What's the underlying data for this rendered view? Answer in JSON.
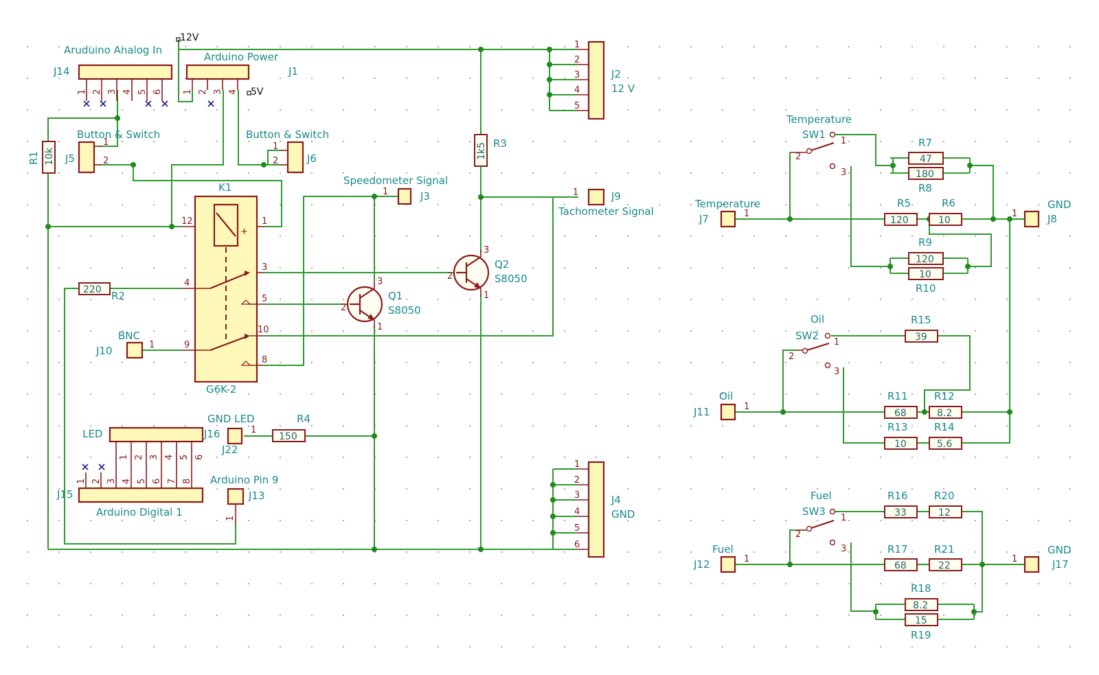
{
  "power": {
    "v12": "12V",
    "v5": "5V"
  },
  "left": {
    "j14": {
      "ref": "J14",
      "title": "Aruduino Analog In",
      "pins": [
        "1",
        "2",
        "3",
        "4",
        "5",
        "6"
      ]
    },
    "j1": {
      "ref": "J1",
      "title": "Arduino Power",
      "pins": [
        "1",
        "2",
        "3",
        "4"
      ]
    },
    "j2": {
      "ref": "J2",
      "value": "12 V",
      "pins": [
        "1",
        "2",
        "3",
        "4",
        "5"
      ]
    },
    "r1": {
      "ref": "R1",
      "value": "10k"
    },
    "j5": {
      "ref": "J5",
      "title": "Button & Switch",
      "pins": [
        "1",
        "2"
      ]
    },
    "j6": {
      "ref": "J6",
      "title": "Button & Switch",
      "pins": [
        "1",
        "2"
      ]
    },
    "r3": {
      "ref": "R3",
      "value": "1k5"
    },
    "j3": {
      "ref": "J3",
      "title": "Speedometer Signal",
      "pin": "1"
    },
    "j9": {
      "ref": "J9",
      "title": "Tachometer Signal",
      "pin": "1"
    },
    "k1": {
      "ref": "K1",
      "value": "G6K-2",
      "pins": [
        "12",
        "1",
        "3",
        "4",
        "5",
        "9",
        "10",
        "8"
      ],
      "plus": "+"
    },
    "r2": {
      "ref": "R2",
      "value": "220"
    },
    "j10": {
      "ref": "J10",
      "title": "BNC",
      "pin": "1"
    },
    "q1": {
      "ref": "Q1",
      "value": "S8050",
      "pins": [
        "3",
        "2",
        "1"
      ]
    },
    "q2": {
      "ref": "Q2",
      "value": "S8050",
      "pins": [
        "3",
        "2",
        "1"
      ]
    },
    "j16": {
      "ref": "J16",
      "title": "LED"
    },
    "j15": {
      "ref": "J15",
      "title": "Arduino Digital 1",
      "pins": [
        "1",
        "2",
        "3",
        "4",
        "5",
        "6",
        "7",
        "8"
      ],
      "pins_top": [
        "1",
        "2",
        "3",
        "4",
        "5",
        "6"
      ]
    },
    "j22": {
      "ref": "J22",
      "title": "GND LED",
      "pin": "1"
    },
    "r4": {
      "ref": "R4",
      "value": "150"
    },
    "j13": {
      "ref": "J13",
      "title": "Arduino Pin 9",
      "pin": "1"
    },
    "j4": {
      "ref": "J4",
      "value": "GND",
      "pins": [
        "1",
        "2",
        "3",
        "4",
        "5",
        "6"
      ]
    }
  },
  "right": {
    "temp": {
      "sw_title": "Temperature",
      "sw_ref": "SW1",
      "sw_pins": [
        "1",
        "2",
        "3"
      ],
      "j7": {
        "ref": "J7",
        "title": "Temperature",
        "pin": "1"
      },
      "j8": {
        "ref": "J8",
        "title": "GND",
        "pin": "1"
      },
      "r7": {
        "ref": "R7",
        "value": "47"
      },
      "r8": {
        "ref": "R8",
        "value": "180"
      },
      "r5": {
        "ref": "R5",
        "value": "120"
      },
      "r6": {
        "ref": "R6",
        "value": "10"
      },
      "r9": {
        "ref": "R9",
        "value": "120"
      },
      "r10": {
        "ref": "R10",
        "value": "10"
      }
    },
    "oil": {
      "sw_title": "Oil",
      "sw_ref": "SW2",
      "sw_pins": [
        "1",
        "2",
        "3"
      ],
      "j11": {
        "ref": "J11",
        "title": "Oil",
        "pin": "1"
      },
      "r15": {
        "ref": "R15",
        "value": "39"
      },
      "r11": {
        "ref": "R11",
        "value": "68"
      },
      "r12": {
        "ref": "R12",
        "value": "8.2"
      },
      "r13": {
        "ref": "R13",
        "value": "10"
      },
      "r14": {
        "ref": "R14",
        "value": "5.6"
      }
    },
    "fuel": {
      "sw_title": "Fuel",
      "sw_ref": "SW3",
      "sw_pins": [
        "1",
        "2",
        "3"
      ],
      "j12": {
        "ref": "J12",
        "title": "Fuel",
        "pin": "1"
      },
      "j17": {
        "ref": "J17",
        "title": "GND",
        "pin": "1"
      },
      "r16": {
        "ref": "R16",
        "value": "33"
      },
      "r20": {
        "ref": "R20",
        "value": "12"
      },
      "r17": {
        "ref": "R17",
        "value": "68"
      },
      "r21": {
        "ref": "R21",
        "value": "22"
      },
      "r18": {
        "ref": "R18",
        "value": "8.2"
      },
      "r19": {
        "ref": "R19",
        "value": "15"
      }
    }
  }
}
